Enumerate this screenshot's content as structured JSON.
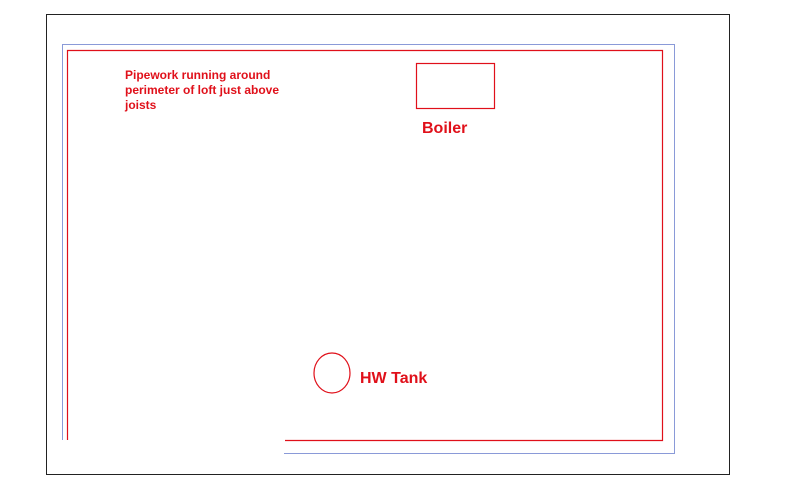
{
  "colors": {
    "pipe": "#e0101a",
    "wall": "#8a9ad8",
    "frame": "#222222",
    "text": "#e0101a",
    "background": "#ffffff"
  },
  "annotation": {
    "lines": [
      "Pipework running around",
      "perimeter of loft just above",
      "joists"
    ]
  },
  "labels": {
    "boiler": "Boiler",
    "hw_tank": "HW Tank"
  }
}
